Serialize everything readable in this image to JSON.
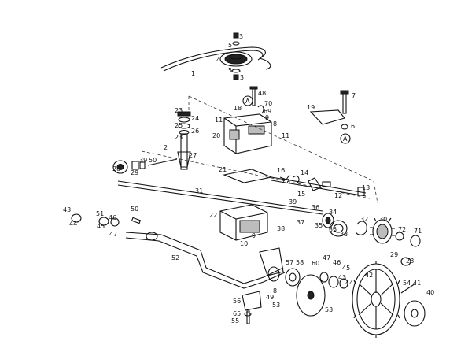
{
  "diagram": {
    "labels": {
      "p1": "1",
      "p2": "2",
      "p3a": "3",
      "p3b": "3",
      "p4": "4",
      "p5a": "5",
      "p5b": "5",
      "p6": "6",
      "p7": "7",
      "p8a": "8",
      "p8b": "8",
      "p9a": "9",
      "p9b": "9",
      "p10": "10",
      "p11a": "11",
      "p11b": "11",
      "p12": "12",
      "p13": "13",
      "p14": "14",
      "p15": "15",
      "p16": "16",
      "p17": "17",
      "p18": "18",
      "p19": "19",
      "p20": "20",
      "p21": "21",
      "p22": "22",
      "p23a": "23",
      "p23b": "23",
      "p24": "24",
      "p25": "25",
      "p26": "26",
      "p27": "27",
      "p28a": "28",
      "p28b": "28",
      "p29a": "29",
      "p29b": "29",
      "p30": "30",
      "p31": "31",
      "p32": "32",
      "p33": "33",
      "p34": "34",
      "p35a": "35",
      "p35b": "35",
      "p36": "36",
      "p37": "37",
      "p38": "38",
      "p39a": "39",
      "p39b": "39",
      "p40": "40",
      "p41": "41",
      "p42": "42",
      "p43a": "43",
      "p43b": "43",
      "p44a": "44",
      "p44b": "44",
      "p45": "45",
      "p46a": "46",
      "p46b": "46",
      "p47a": "47",
      "p47b": "47",
      "p48": "48",
      "p49": "49",
      "p50a": "50",
      "p50b": "50",
      "p51": "51",
      "p52": "52",
      "p53a": "53",
      "p53b": "53",
      "p54": "54",
      "p55": "55",
      "p56": "56",
      "p57": "57",
      "p58": "58",
      "p60": "60",
      "p65": "65",
      "p69": "69",
      "p70": "70",
      "p71": "71",
      "p72": "72",
      "refA1": "A",
      "refA2": "A"
    }
  }
}
